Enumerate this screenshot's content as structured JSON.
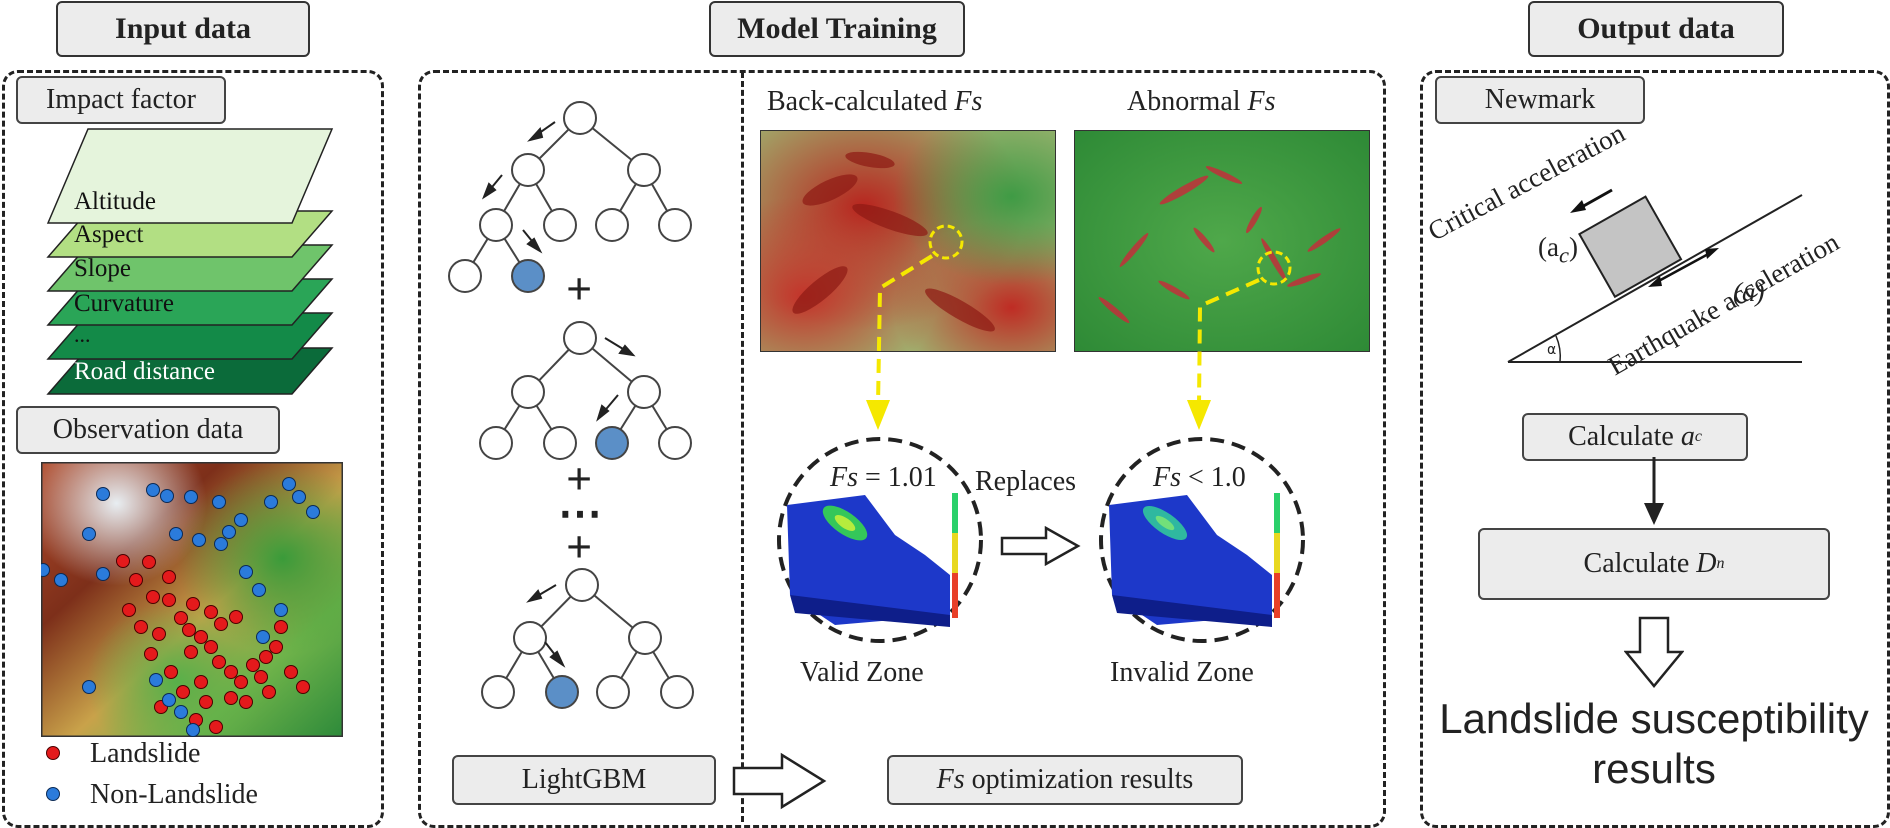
{
  "headers": {
    "input": "Input data",
    "training": "Model Training",
    "output": "Output data"
  },
  "input": {
    "impact_title": "Impact factor",
    "layers": [
      "Altitude",
      "Aspect",
      "Slope",
      "Curvature",
      "...",
      "Road distance"
    ],
    "observation_title": "Observation data",
    "legend": {
      "landslide": "Landslide",
      "non_landslide": "Non-Landslide"
    },
    "colors": {
      "landslide": "#e41a1c",
      "non_landslide": "#2b7bdb"
    }
  },
  "training": {
    "lightgbm": "LightGBM",
    "map_left_title_prefix": "Back-calculated ",
    "map_left_title_var": "Fs",
    "map_right_title_prefix": "Abnormal ",
    "map_right_title_var": "Fs",
    "valid_fs_var": "Fs",
    "valid_fs_rest": " = 1.01",
    "invalid_fs_var": "Fs",
    "invalid_fs_rest": " < 1.0",
    "replaces": "Replaces",
    "valid_zone": "Valid Zone",
    "invalid_zone": "Invalid Zone",
    "result_var": "Fs",
    "result_rest": " optimization results",
    "plus_sign": "+",
    "ellipsis": "⋯",
    "highlight_color": "#f5e800"
  },
  "output": {
    "newmark": "Newmark",
    "critical_line1": "Critical acceleration",
    "critical_line2": "(a",
    "critical_sub": "c",
    "critical_close": ")",
    "earthquake_line1": "Earthquake acceleration",
    "earthquake_line2": "(a)",
    "alpha": "α",
    "calc_ac_prefix": "Calculate ",
    "calc_ac_var": "a",
    "calc_ac_sub": "c",
    "calc_dn_prefix": "Calculate ",
    "calc_dn_var": "D",
    "calc_dn_sub": "n",
    "result_line1": "Landslide susceptibility",
    "result_line2": "results"
  }
}
